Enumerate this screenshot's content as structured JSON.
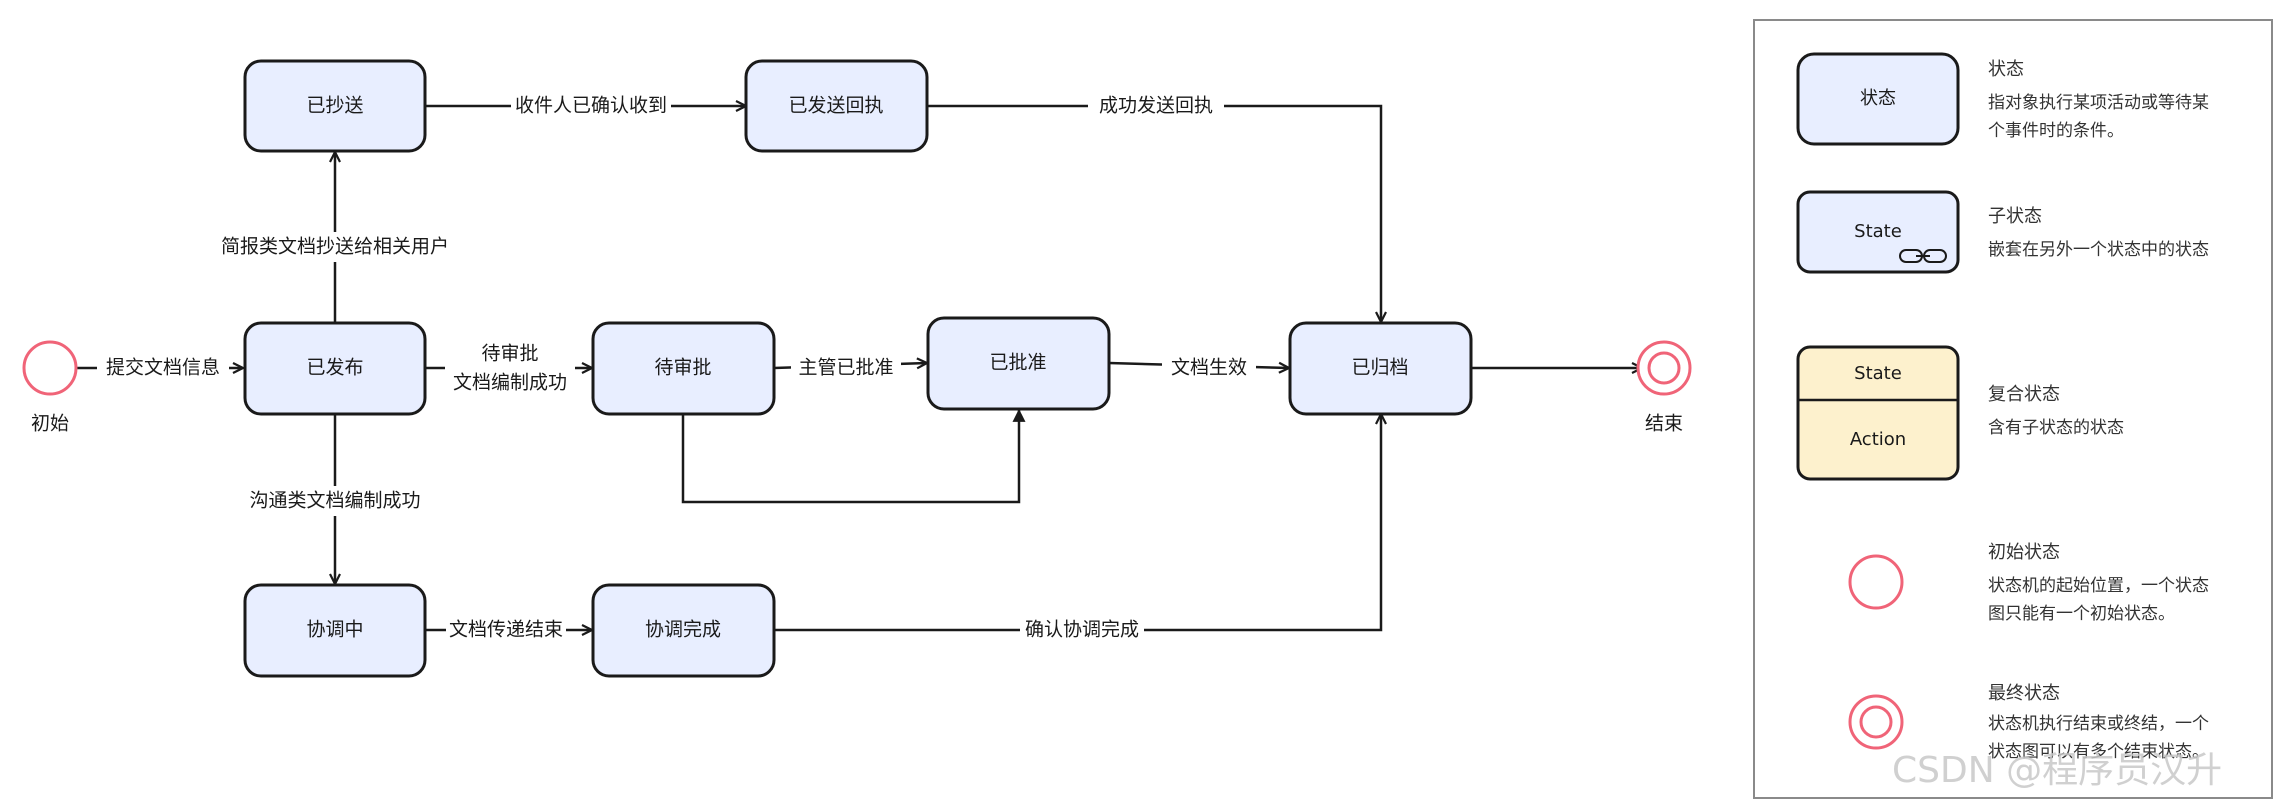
{
  "states": {
    "chaosong": "已抄送",
    "fasong_huizhi": "已发送回执",
    "fabu": "已发布",
    "daishenpi": "待审批",
    "yipizhun": "已批准",
    "guidang": "已归档",
    "xietiaozhong": "协调中",
    "xietiao_wancheng": "协调完成"
  },
  "nodes": {
    "start": "初始",
    "end": "结束"
  },
  "edges": {
    "start_to_fabu": "提交文档信息",
    "fabu_to_chaosong": "简报类文档抄送给相关用户",
    "chaosong_to_huizhi": "收件人已确认收到",
    "huizhi_to_guidang": "成功发送回执",
    "fabu_to_daishenpi_1": "待审批",
    "fabu_to_daishenpi_2": "文档编制成功",
    "daishenpi_to_pizhun": "主管已批准",
    "pizhun_to_guidang": "文档生效",
    "fabu_to_xietiao": "沟通类文档编制成功",
    "xietiao_to_wancheng": "文档传递结束",
    "wancheng_to_guidang": "确认协调完成"
  },
  "legend": {
    "state": {
      "symbol": "状态",
      "title": "状态",
      "desc_1": "指对象执行某项活动或等待某",
      "desc_2": "个事件时的条件。"
    },
    "substate": {
      "symbol": "State",
      "title": "子状态",
      "desc_1": "嵌套在另外一个状态中的状态"
    },
    "composite": {
      "symbol_top": "State",
      "symbol_bottom": "Action",
      "title": "复合状态",
      "desc_1": "含有子状态的状态"
    },
    "initial": {
      "title": "初始状态",
      "desc_1": "状态机的起始位置，一个状态",
      "desc_2": "图只能有一个初始状态。"
    },
    "final": {
      "title": "最终状态",
      "desc_1": "状态机执行结束或终结，一个",
      "desc_2": "状态图可以有多个结束状态。"
    }
  },
  "watermark": "CSDN @程序员汉升",
  "colors": {
    "state_fill": "#e8eeff",
    "composite_fill": "#fdf1cd",
    "pseudo_state_stroke": "#f06478",
    "line": "#1a1a1a"
  }
}
